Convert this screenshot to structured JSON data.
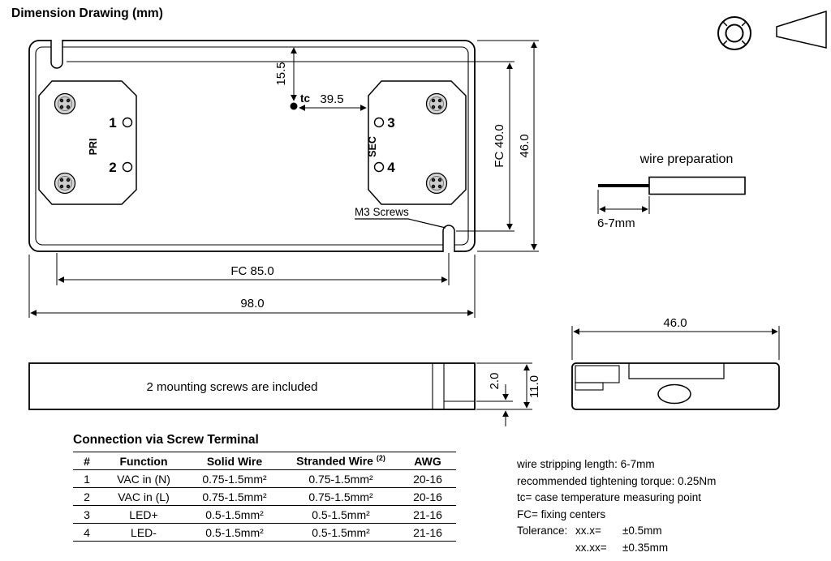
{
  "title": "Dimension Drawing (mm)",
  "top_view": {
    "pri": {
      "n1": "1",
      "n2": "2",
      "label": "PRI"
    },
    "sec": {
      "n3": "3",
      "n4": "4",
      "label": "SEC"
    },
    "tc_label": "tc",
    "dims": {
      "top_offset": "15.5",
      "tc_to_block": "39.5",
      "fixing_vertical": "FC 40.0",
      "height": "46.0",
      "fixing_horizontal": "FC 85.0",
      "width": "98.0"
    },
    "m3_label": "M3 Screws"
  },
  "wire_prep": {
    "title": "wire preparation",
    "strip_length": "6-7mm"
  },
  "side_view": {
    "note": "2 mounting screws are included",
    "lip": "2.0",
    "height": "11.0"
  },
  "end_view": {
    "width": "46.0"
  },
  "table": {
    "title": "Connection via Screw Terminal",
    "headers": [
      "#",
      "Function",
      "Solid Wire",
      "Stranded Wire",
      "AWG"
    ],
    "header_sup": "(2)",
    "rows": [
      [
        "1",
        "VAC in (N)",
        "0.75-1.5mm²",
        "0.75-1.5mm²",
        "20-16"
      ],
      [
        "2",
        "VAC in (L)",
        "0.75-1.5mm²",
        "0.75-1.5mm²",
        "20-16"
      ],
      [
        "3",
        "LED+",
        "0.5-1.5mm²",
        "0.5-1.5mm²",
        "21-16"
      ],
      [
        "4",
        "LED-",
        "0.5-1.5mm²",
        "0.5-1.5mm²",
        "21-16"
      ]
    ]
  },
  "notes": {
    "lines": [
      "wire stripping length: 6-7mm",
      "recommended tightening torque: 0.25Nm",
      "tc= case temperature measuring point",
      "FC= fixing centers"
    ],
    "tolerance_label": "Tolerance:",
    "tolerances": [
      {
        "k": "xx.x=",
        "v": "±0.5mm"
      },
      {
        "k": "xx.xx=",
        "v": "±0.35mm"
      }
    ]
  }
}
